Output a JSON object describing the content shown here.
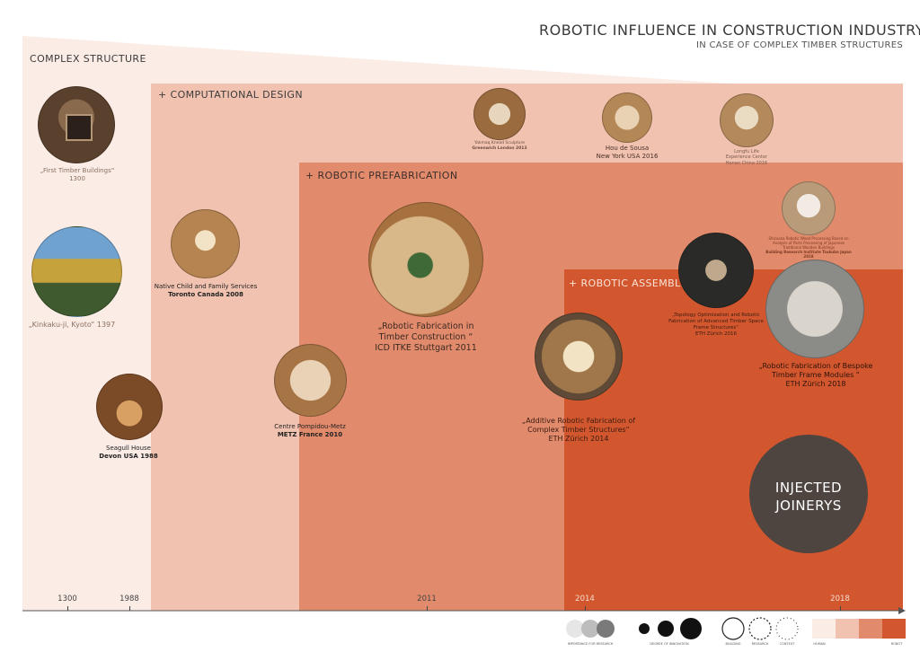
{
  "title": "ROBOTIC INFLUENCE IN CONSTRUCTION INDUSTRY",
  "subtitle": "IN CASE OF COMPLEX TIMBER STRUCTURES",
  "zones": {
    "complex_structure": "COMPLEX STRUCTURE",
    "computational_design": "+ COMPUTATIONAL DESIGN",
    "robotic_prefabrication": "+ ROBOTIC PREFABRICATION",
    "robotic_assembly": "+ ROBOTIC ASSEMBLY"
  },
  "colors": {
    "zone1": "#fbece6",
    "zone2": "#f1c2b0",
    "zone3": "#e28a6c",
    "zone4": "#d3572e",
    "injected": "#4e4440",
    "axis": "#555555"
  },
  "projects": {
    "first_timber": {
      "title": "„First Timber Buildings“",
      "location": "1300"
    },
    "kinkaku": {
      "title": "„Kinkaku-ji, Kyoto“  1397",
      "location": ""
    },
    "seagull": {
      "title": "Seagull House",
      "location": "Devon USA 1988"
    },
    "native_child": {
      "title": "Native Child and Family Services",
      "location": "Toronto Canada 2008"
    },
    "pompidou": {
      "title": "Centre Pompidou-Metz",
      "location": "METZ France 2010"
    },
    "icd_itke": {
      "title": "„Robotic Fabrication in Timber Construction “",
      "location": "ICD ITKE Stuttgart 2011"
    },
    "sculpture": {
      "title": "Yakmaq Knead Sculpture",
      "location": "Greenwich London 2013"
    },
    "hou_de_sousa": {
      "title": "Hou de Sousa",
      "location": "New York USA 2016"
    },
    "longfu": {
      "title": "Longfu Life Experience Center",
      "location": "Henan China 2016"
    },
    "additive": {
      "title": "„Additive Robotic Fabrication of Complex Timber Structures“",
      "location": "ETH Zürich   2014"
    },
    "topology": {
      "title": "„Topology Optimization and Robotic Fabrication of Advanced Timber Space Frame Structures“",
      "location": "ETH Zürich  2016"
    },
    "shizuoka": {
      "title": "Shizuoka Robotic Wood Processing Based on Analysis of Parts Processing of Japanese Traditional Wooden Buildings",
      "location": "Building Research Institute Tsukuba Japan 2018"
    },
    "bespoke": {
      "title": "„Robotic Fabrication of Bespoke Timber Frame Modules “",
      "location": "ETH Zürich 2018"
    }
  },
  "injected": {
    "line1": "INJECTED",
    "line2": "JOINERYS"
  },
  "timeline": {
    "years": [
      "1300",
      "1988",
      "2011",
      "2014",
      "2018"
    ]
  },
  "legend": {
    "importance": "IMPORTANCE FOR RESEARCH",
    "innovation": "DEGREE OF INNOVATION",
    "building": "BUILDING",
    "research": "RESEARCH",
    "context": "CONTEXT",
    "human": "HUMAN",
    "robot": "ROBOT"
  }
}
